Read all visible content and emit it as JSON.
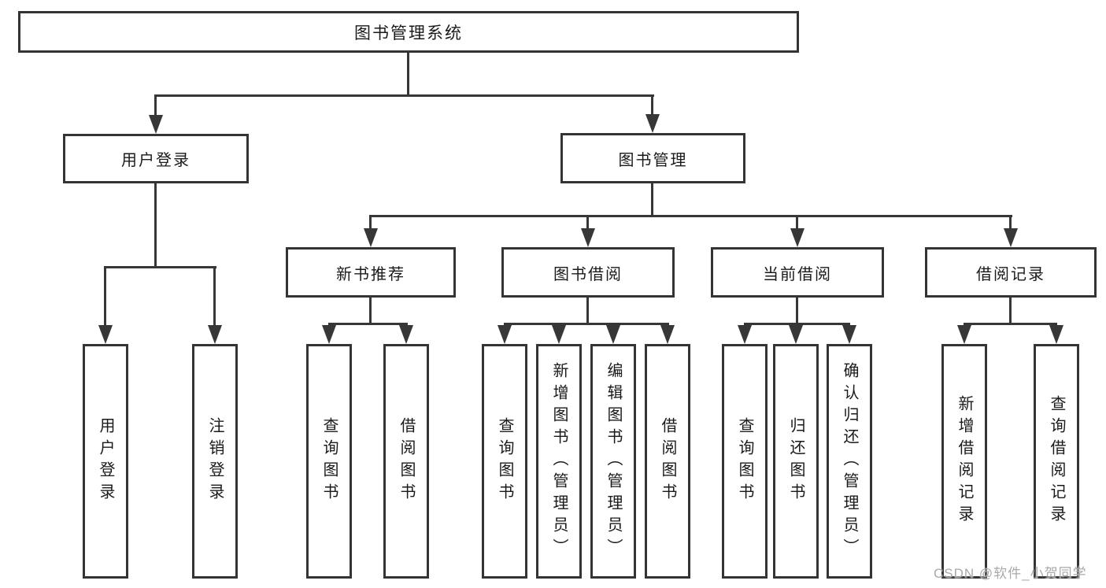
{
  "tree": {
    "label": "图书管理系统",
    "children": [
      {
        "label": "用户登录",
        "children": [
          {
            "label": "用户登录"
          },
          {
            "label": "注销登录"
          }
        ]
      },
      {
        "label": "图书管理",
        "children": [
          {
            "label": "新书推荐",
            "children": [
              {
                "label": "查询图书"
              },
              {
                "label": "借阅图书"
              }
            ]
          },
          {
            "label": "图书借阅",
            "children": [
              {
                "label": "查询图书"
              },
              {
                "label": "新增图书（管理员）"
              },
              {
                "label": "编辑图书（管理员）"
              },
              {
                "label": "借阅图书"
              }
            ]
          },
          {
            "label": "当前借阅",
            "children": [
              {
                "label": "查询图书"
              },
              {
                "label": "归还图书"
              },
              {
                "label": "确认归还（管理员）"
              }
            ]
          },
          {
            "label": "借阅记录",
            "children": [
              {
                "label": "新增借阅记录"
              },
              {
                "label": "查询借阅记录"
              }
            ]
          }
        ]
      }
    ]
  },
  "watermark": "CSDN @软件_小贺同学",
  "colors": {
    "line": "#373737",
    "box_border": "#343434",
    "text": "#1a1a1a",
    "watermark": "#a9a9a9",
    "background": "#ffffff"
  }
}
